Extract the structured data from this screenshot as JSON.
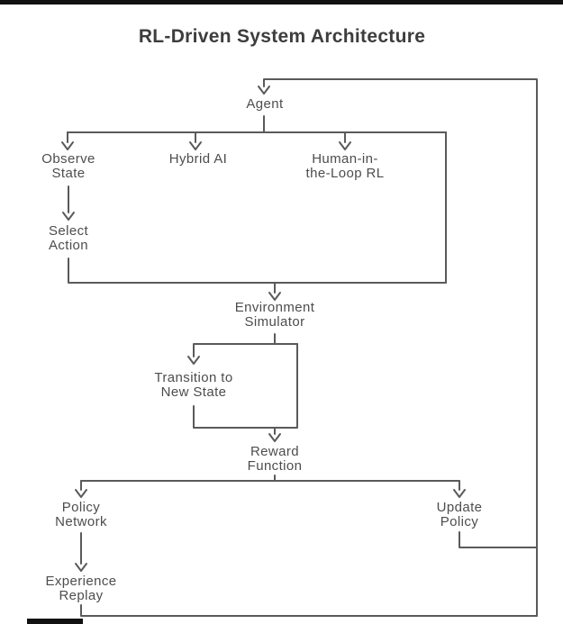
{
  "diagram": {
    "title": "RL-Driven System Architecture",
    "nodes": {
      "agent": "Agent",
      "observe_state": "Observe\nState",
      "hybrid_ai": "Hybrid AI",
      "human_in_the_loop_rl": "Human-in-\nthe-Loop RL",
      "select_action": "Select\nAction",
      "environment_simulator": "Environment\nSimulator",
      "transition_to_new_state": "Transition to\nNew State",
      "reward_function": "Reward\nFunction",
      "policy_network": "Policy\nNetwork",
      "update_policy": "Update\nPolicy",
      "experience_replay": "Experience\nReplay"
    },
    "edges": [
      {
        "from": "Agent",
        "to": "Observe State"
      },
      {
        "from": "Agent",
        "to": "Hybrid AI"
      },
      {
        "from": "Agent",
        "to": "Human-in-the-Loop RL"
      },
      {
        "from": "Observe State",
        "to": "Select Action"
      },
      {
        "from": "Select Action",
        "to": "Environment Simulator"
      },
      {
        "from": "Environment Simulator",
        "to": "Transition to New State"
      },
      {
        "from": "Transition to New State",
        "to": "Reward Function"
      },
      {
        "from": "Reward Function",
        "to": "Policy Network"
      },
      {
        "from": "Reward Function",
        "to": "Update Policy"
      },
      {
        "from": "Policy Network",
        "to": "Experience Replay"
      },
      {
        "from": "Experience Replay",
        "to": "Agent",
        "type": "feedback-loop"
      },
      {
        "from": "Update Policy",
        "to": "Agent",
        "type": "feedback-loop"
      }
    ],
    "theme": {
      "line_color": "#5a5a5a",
      "text_color": "#4d4d4d",
      "title_color": "#3d3d3d",
      "background_color": "#ffffff",
      "bar_color": "#111111"
    }
  }
}
